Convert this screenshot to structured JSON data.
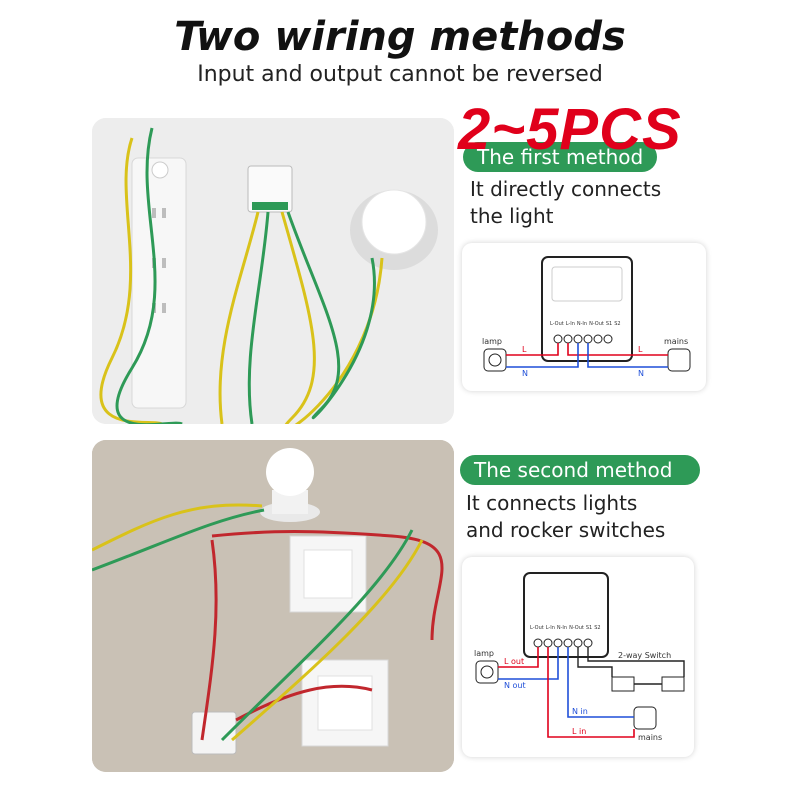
{
  "header": {
    "title": "Two wiring methods",
    "subtitle": "Input and output cannot be reversed",
    "promo": "2~5PCS"
  },
  "method1": {
    "label": "The first method",
    "description_line1": "It directly connects",
    "description_line2": "the light",
    "diagram": {
      "lamp_label": "lamp",
      "mains_label": "mains",
      "wire_L": "L",
      "wire_N": "N",
      "wire_L_right": "L",
      "wire_N_right": "N",
      "terminals": [
        "L-Out",
        "L-In",
        "N-In",
        "N-Out",
        "S1",
        "S2"
      ]
    }
  },
  "method2": {
    "label": "The second method",
    "description_line1": "It connects lights",
    "description_line2": "and rocker switches",
    "diagram": {
      "lamp_label": "lamp",
      "mains_label": "mains",
      "l_out": "L out",
      "n_out": "N out",
      "n_in": "N in",
      "l_in": "L in",
      "switch_label": "2-way Switch",
      "terminals": [
        "L-Out",
        "L-In",
        "N-In",
        "N-Out",
        "S1",
        "S2"
      ]
    }
  },
  "colors": {
    "green_pill": "#2e9a57",
    "promo_red": "#e0001b",
    "wire_red": "#e0001b",
    "wire_blue": "#1f4fd8"
  }
}
